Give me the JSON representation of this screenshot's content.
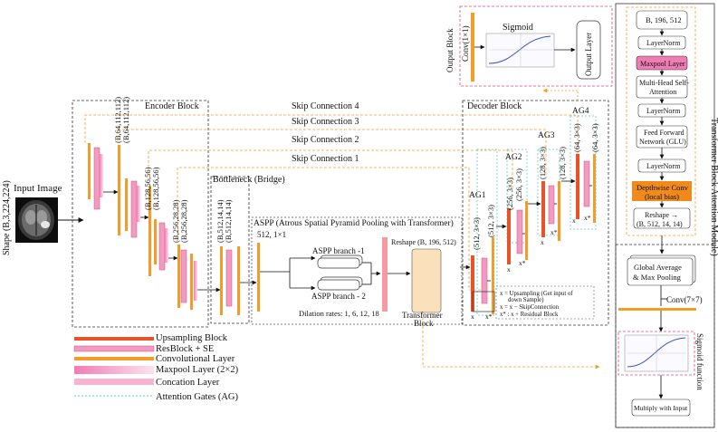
{
  "input": {
    "shape_label": "Shape (B,3,224,224)",
    "title": "Input Image"
  },
  "encoder": {
    "title": "Encoder Block",
    "labels": [
      "(B,64,112,112)",
      "(B,64,112,112)",
      "(B,128,56,56)",
      "(B,128,56,56)",
      "(B,256,28,28)",
      "(B,256,28,28)"
    ]
  },
  "bottleneck": {
    "title": "Bottleneck (Bridge)",
    "labels": [
      "(B,512,14,14)",
      "(B,512,14,14)"
    ]
  },
  "aspp": {
    "title": "ASPP (Atrous Spatial Pyramid Pooling with Transformer)",
    "conv_label": "512, 1×1",
    "branch1": "ASPP  branch -1",
    "branch2": "ASPP  branch - 2",
    "dilation": "Dilation rates: 1, 6, 12, 18",
    "reshape": "Reshape (B, 196, 512)",
    "transformer": "Transformer",
    "transformer2": "Block"
  },
  "skips": [
    "Skip Connection 4",
    "Skip Connection 3",
    "Skip Connection 2",
    "Skip Connection 1"
  ],
  "decoder": {
    "title": "Decoder Block",
    "ag_labels": [
      "AG1",
      "AG2",
      "AG3",
      "AG4"
    ],
    "dims": [
      "(512, 3×3)",
      "(512, 3×3)",
      "(256, 3×3)",
      "(256, 3×3)",
      "(128, 3×3)",
      "(128, 3×3)",
      "(64, 3×3)",
      "(64, 3×3)"
    ],
    "marks_x": "x",
    "marks_xstar": "x*",
    "note": [
      "x = Upsampling (Get input of",
      "down Sample)",
      "x = x − SkipConnection",
      "x* : x + Residual Block"
    ]
  },
  "output_block": {
    "title": "Output Block",
    "conv": "Conv(1×1)",
    "sigmoid": "Sigmoid",
    "layer": "Output Layer"
  },
  "legend": [
    {
      "label": "Upsampling Block",
      "color": "#e8542a"
    },
    {
      "label": "ResBlock + SE",
      "color": "#f29ac0"
    },
    {
      "label": "Convolutional Layer",
      "color": "#f39c2a"
    },
    {
      "label": "Maxpool Layer (2×2)",
      "color": "#f07cb4"
    },
    {
      "label": "Concation Layer",
      "color": "#f7b3cf"
    },
    {
      "label": "Attention Gates (AG)",
      "color": "#5fc9c0"
    }
  ],
  "transformer_module": {
    "title": "Transformer Block Attention Module)",
    "steps": [
      "B, 196, 512",
      "LayerNorm",
      "Maxpool Layer",
      "Multi-Head Self-",
      "Attention",
      "LayerNorm",
      "Feed Forward",
      "Network (GLU)",
      "LayerNorm",
      "Depthwise Conv",
      "(local bias)",
      "Reshape →",
      "(B, 512, 14, 14)"
    ]
  },
  "spatial_module": {
    "pool1": "Global Average",
    "pool2": "& Max Pooling",
    "conv": "Conv(7×7)",
    "sigmoid": "Sigmoid function",
    "multiply": "Multiply with Input"
  }
}
